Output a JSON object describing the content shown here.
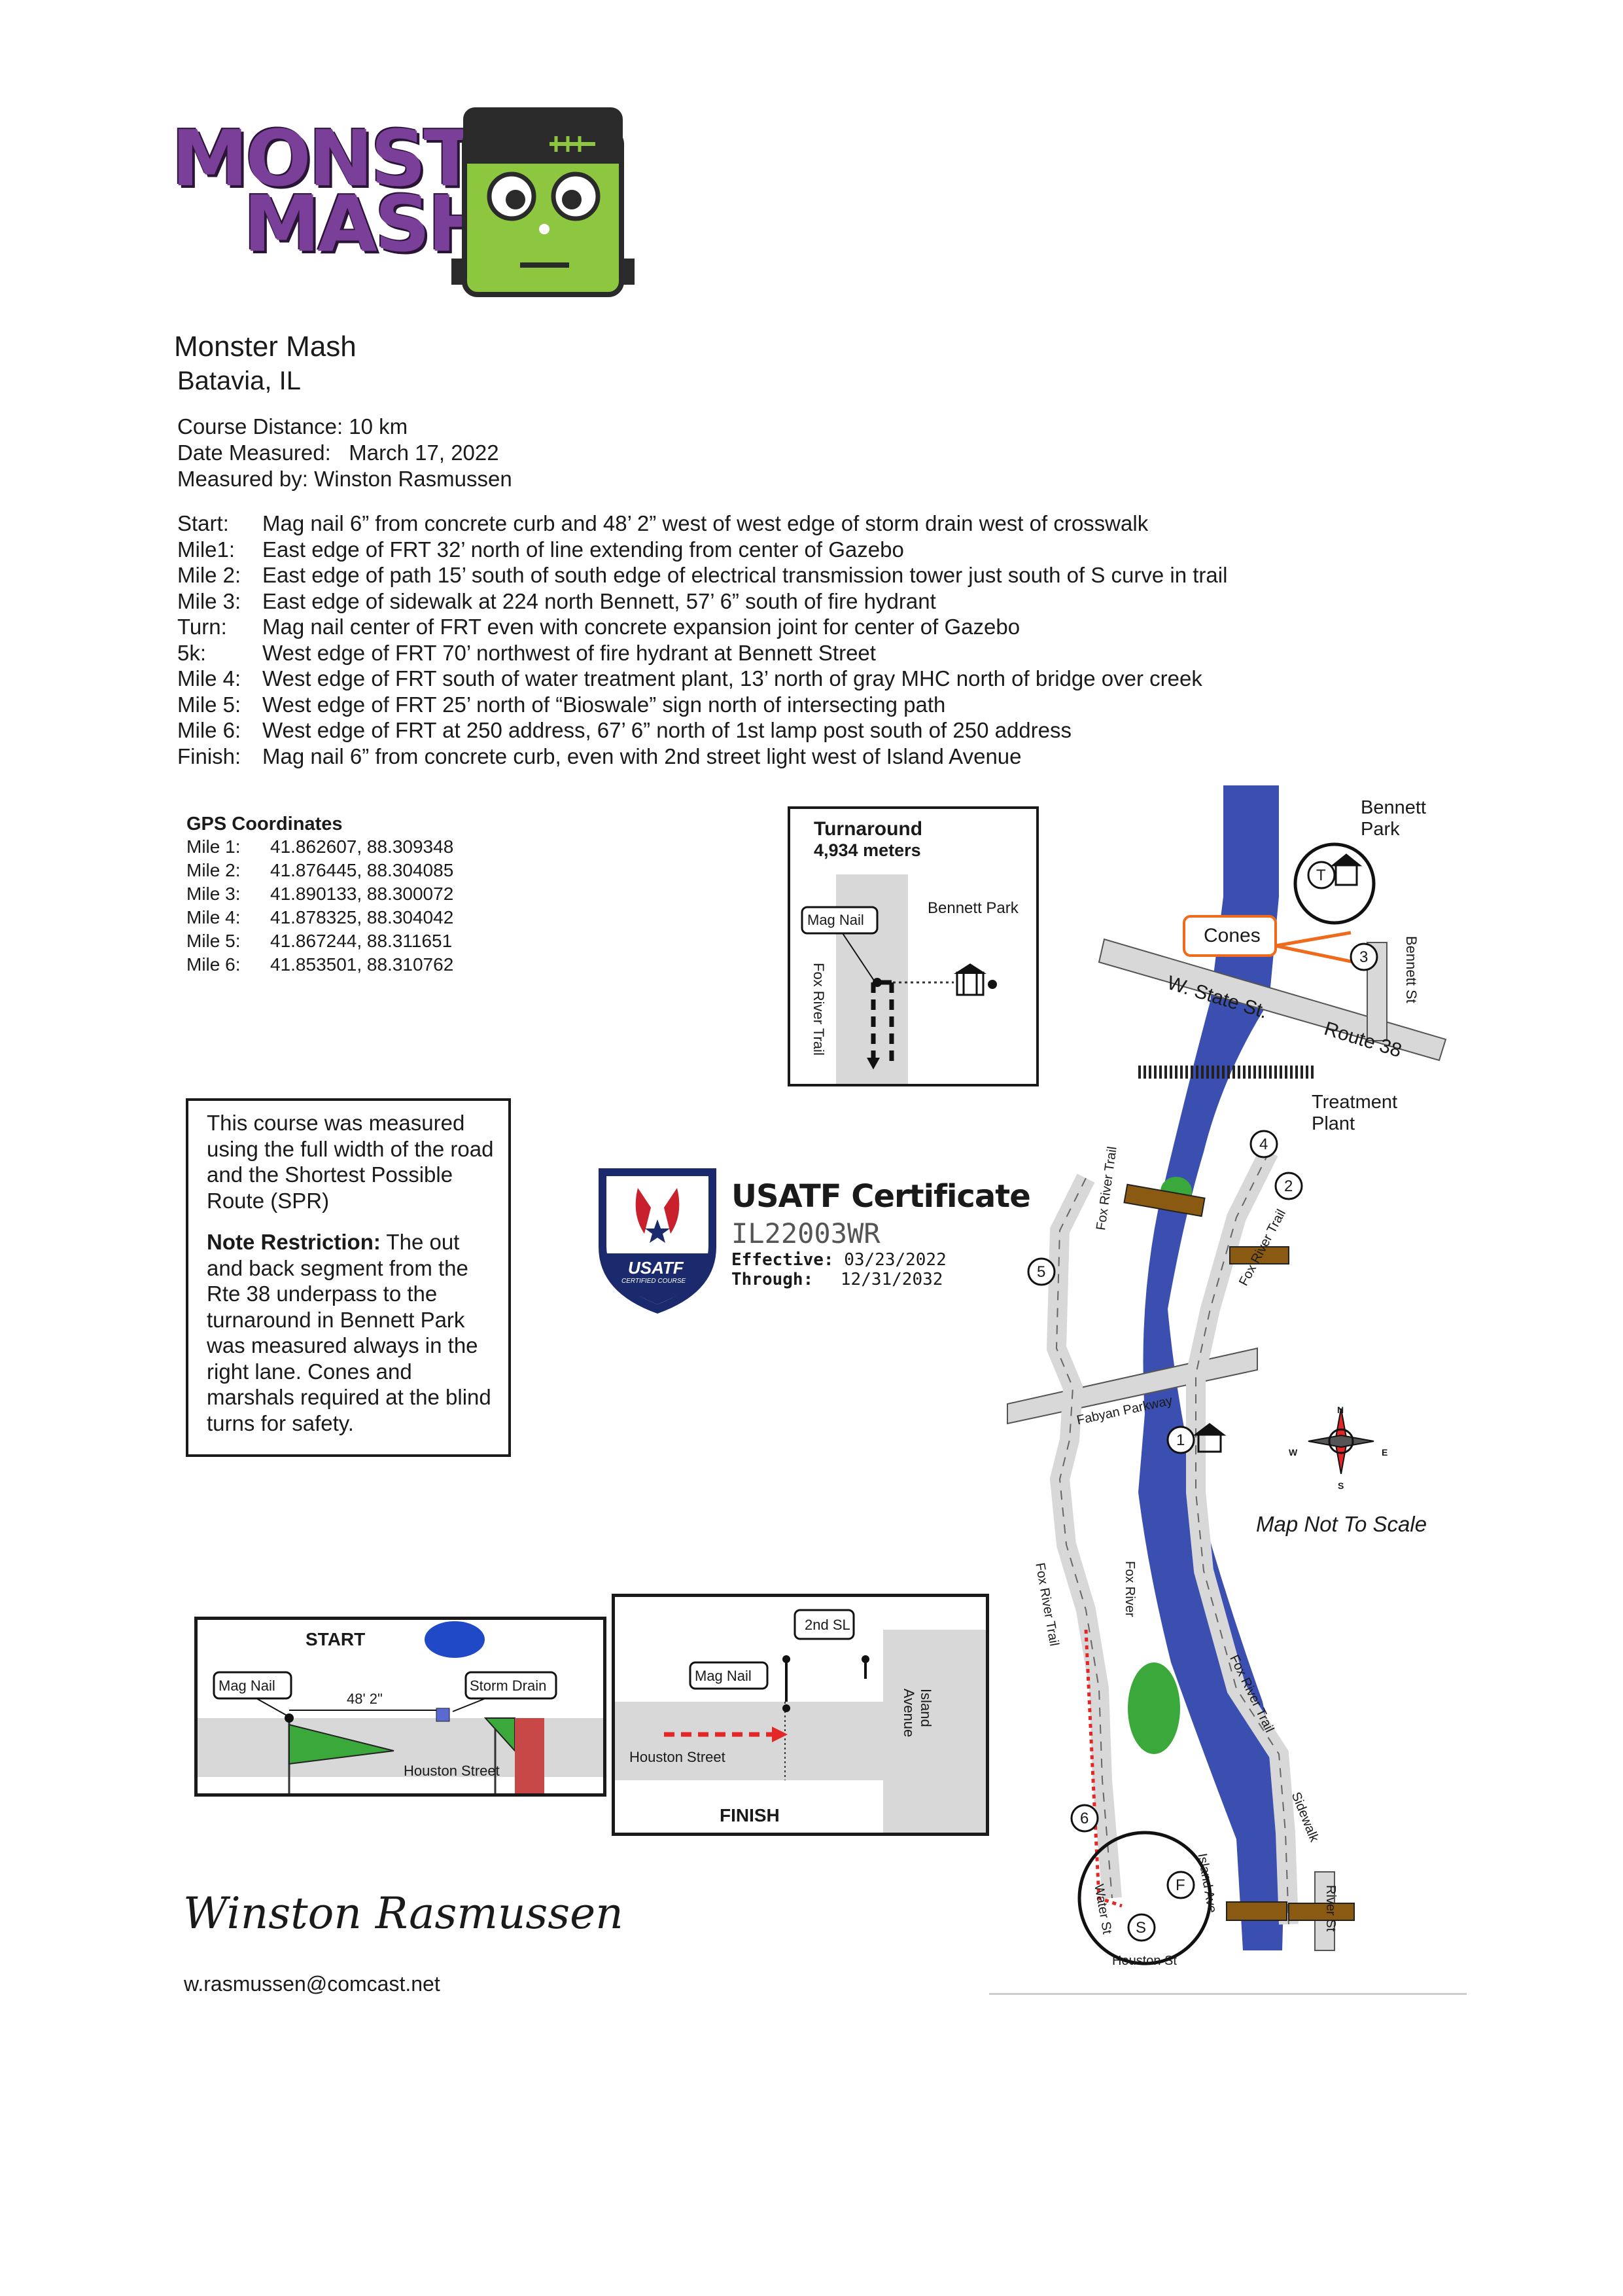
{
  "logo": {
    "line1": "MONSTER",
    "line2": "MASH"
  },
  "event": {
    "name": "Monster Mash",
    "location": "Batavia, IL"
  },
  "meta": {
    "distance": "Course Distance: 10 km",
    "date": "Date Measured:   March 17, 2022",
    "measured_by": "Measured by: Winston Rasmussen"
  },
  "checkpoints": [
    {
      "label": "Start:",
      "text": "Mag nail 6” from concrete curb and 48’ 2” west of west edge of storm drain west of crosswalk"
    },
    {
      "label": "Mile1:",
      "text": "East edge of FRT 32’ north of line extending from center of Gazebo"
    },
    {
      "label": "Mile 2:",
      "text": "East edge of path 15’ south of south edge of electrical transmission tower just south of S curve in trail"
    },
    {
      "label": "Mile 3:",
      "text": "East edge of sidewalk at 224 north Bennett, 57’ 6” south of fire hydrant"
    },
    {
      "label": "Turn:",
      "text": "Mag nail center of FRT even with concrete expansion joint for center of Gazebo"
    },
    {
      "label": "5k:",
      "text": "West edge of FRT 70’ northwest of fire hydrant at Bennett Street"
    },
    {
      "label": "Mile 4:",
      "text": "West edge of FRT south of water treatment plant, 13’ north of gray MHC north of bridge over creek"
    },
    {
      "label": "Mile 5:",
      "text": "West edge of FRT 25’ north of “Bioswale” sign north of intersecting path"
    },
    {
      "label": "Mile 6:",
      "text": "West edge of FRT at 250 address, 67’ 6” north of 1st lamp post south of 250 address"
    },
    {
      "label": "Finish:",
      "text": "Mag nail 6” from concrete curb, even with 2nd street light west of Island Avenue"
    }
  ],
  "gps": {
    "title": "GPS Coordinates",
    "rows": [
      {
        "label": "Mile 1:",
        "value": "41.862607, 88.309348"
      },
      {
        "label": "Mile 2:",
        "value": "41.876445, 88.304085"
      },
      {
        "label": "Mile 3:",
        "value": "41.890133, 88.300072"
      },
      {
        "label": "Mile 4:",
        "value": "41.878325, 88.304042"
      },
      {
        "label": "Mile 5:",
        "value": "41.867244, 88.311651"
      },
      {
        "label": "Mile 6:",
        "value": "41.853501, 88.310762"
      }
    ]
  },
  "turnaround": {
    "title": "Turnaround",
    "distance": "4,934 meters",
    "mag_nail": "Mag Nail",
    "park": "Bennett Park",
    "trail": "Fox River Trail"
  },
  "note": {
    "intro": "This course was measured using the full width of the road and the Shortest Possible Route (SPR)",
    "restriction_label": "Note Restriction:",
    "restriction_text": " The out and back segment from the Rte 38 underpass to the turnaround in Bennett Park was measured always in the right lane. Cones and marshals required at the blind turns for safety."
  },
  "certificate": {
    "title": "USATF Certificate",
    "id": "IL22003WR",
    "effective_label": "Effective:",
    "effective": "03/23/2022",
    "through_label": "Through:",
    "through": "12/31/2032",
    "badge": "USATF",
    "badge_sub": "CERTIFIED COURSE"
  },
  "map": {
    "bennett_park": "Bennett Park",
    "cones": "Cones",
    "bennett_st": "Bennett St",
    "state_st": "W. State St.",
    "route": "Route 38",
    "treatment_plant": "Treatment Plant",
    "fox_river_trail": "Fox River Trail",
    "fabyan": "Fabyan Parkway",
    "fox_river": "Fox River",
    "island_ave": "Island Ave",
    "water_st": "Water St",
    "river_st": "River St",
    "sidewalk": "Sidewalk",
    "houston_st": "Houston St",
    "not_to_scale": "Map Not To Scale",
    "markers": [
      "1",
      "2",
      "3",
      "4",
      "5",
      "6",
      "T",
      "F",
      "S"
    ],
    "compass": {
      "n": "N",
      "s": "S",
      "e": "E",
      "w": "W"
    }
  },
  "start_inset": {
    "title": "START",
    "mag_nail": "Mag Nail",
    "distance": "48' 2\"",
    "storm_drain": "Storm Drain",
    "street": "Houston Street"
  },
  "finish_inset": {
    "title": "FINISH",
    "sl": "2nd SL",
    "mag_nail": "Mag Nail",
    "street": "Houston Street",
    "avenue": "Island Avenue"
  },
  "signature": {
    "name": "Winston Rasmussen",
    "email": "w.rasmussen@comcast.net"
  },
  "colors": {
    "river": "#3b4fb0",
    "park": "#3aa83a",
    "road": "#d8d8d8",
    "cone": "#ef6a1a",
    "logo_purple": "#7a3f98",
    "monster_green": "#8dc63f"
  }
}
